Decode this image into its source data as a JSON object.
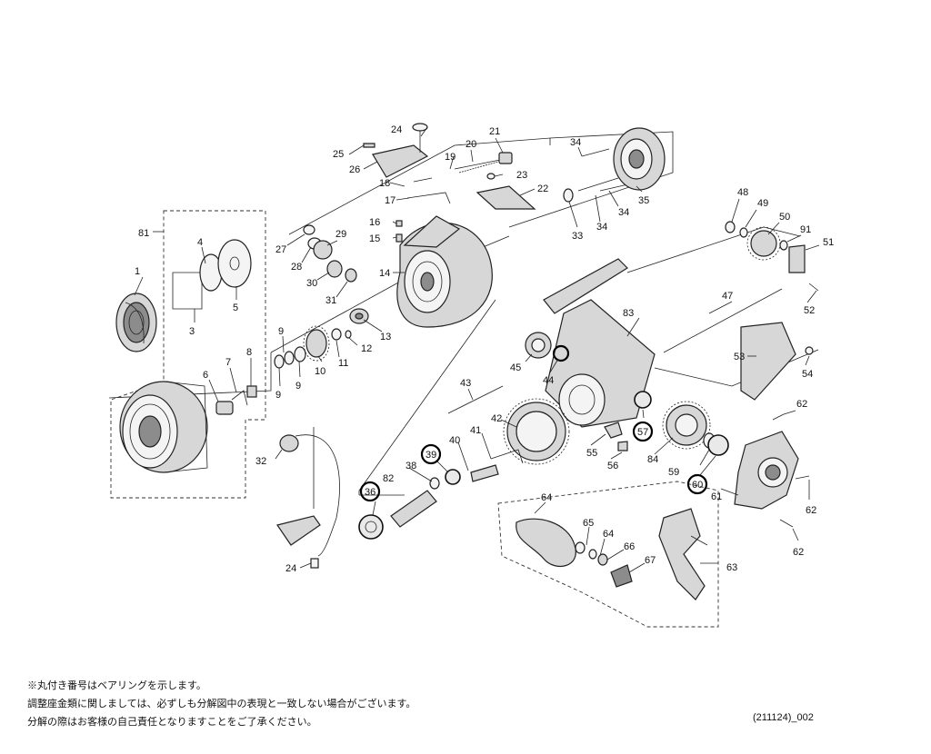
{
  "notes": [
    "※丸付き番号はベアリングを示します。",
    "調整座金類に関しましては、必ずしも分解図中の表現と一致しない場合がございます。",
    "分解の際はお客様の自己責任となりますことをご了承ください。"
  ],
  "diagram_code": "(211124)_002",
  "part_numbers": {
    "p1": "1",
    "p3": "3",
    "p4": "4",
    "p5": "5",
    "p6": "6",
    "p7": "7",
    "p8": "8",
    "p9a": "9",
    "p9b": "9",
    "p9c": "9",
    "p10": "10",
    "p11": "11",
    "p12": "12",
    "p13": "13",
    "p14": "14",
    "p15": "15",
    "p16": "16",
    "p17": "17",
    "p18": "18",
    "p19": "19",
    "p20": "20",
    "p21": "21",
    "p22": "22",
    "p23": "23",
    "p24a": "24",
    "p24b": "24",
    "p25": "25",
    "p26": "26",
    "p27": "27",
    "p28": "28",
    "p29": "29",
    "p30": "30",
    "p31": "31",
    "p32": "32",
    "p33": "33",
    "p34a": "34",
    "p34b": "34",
    "p34c": "34",
    "p35": "35",
    "p36": "36",
    "p38": "38",
    "p39": "39",
    "p40": "40",
    "p41": "41",
    "p42": "42",
    "p43": "43",
    "p44": "44",
    "p45": "45",
    "p47": "47",
    "p48": "48",
    "p49": "49",
    "p50": "50",
    "p51": "51",
    "p52": "52",
    "p53": "53",
    "p54": "54",
    "p55": "55",
    "p56": "56",
    "p57": "57",
    "p59": "59",
    "p60": "60",
    "p61": "61",
    "p62a": "62",
    "p62b": "62",
    "p62c": "62",
    "p63": "63",
    "p64a": "64",
    "p64b": "64",
    "p65": "65",
    "p66": "66",
    "p67": "67",
    "p81": "81",
    "p82": "82",
    "p83": "83",
    "p84": "84",
    "p91": "91"
  }
}
